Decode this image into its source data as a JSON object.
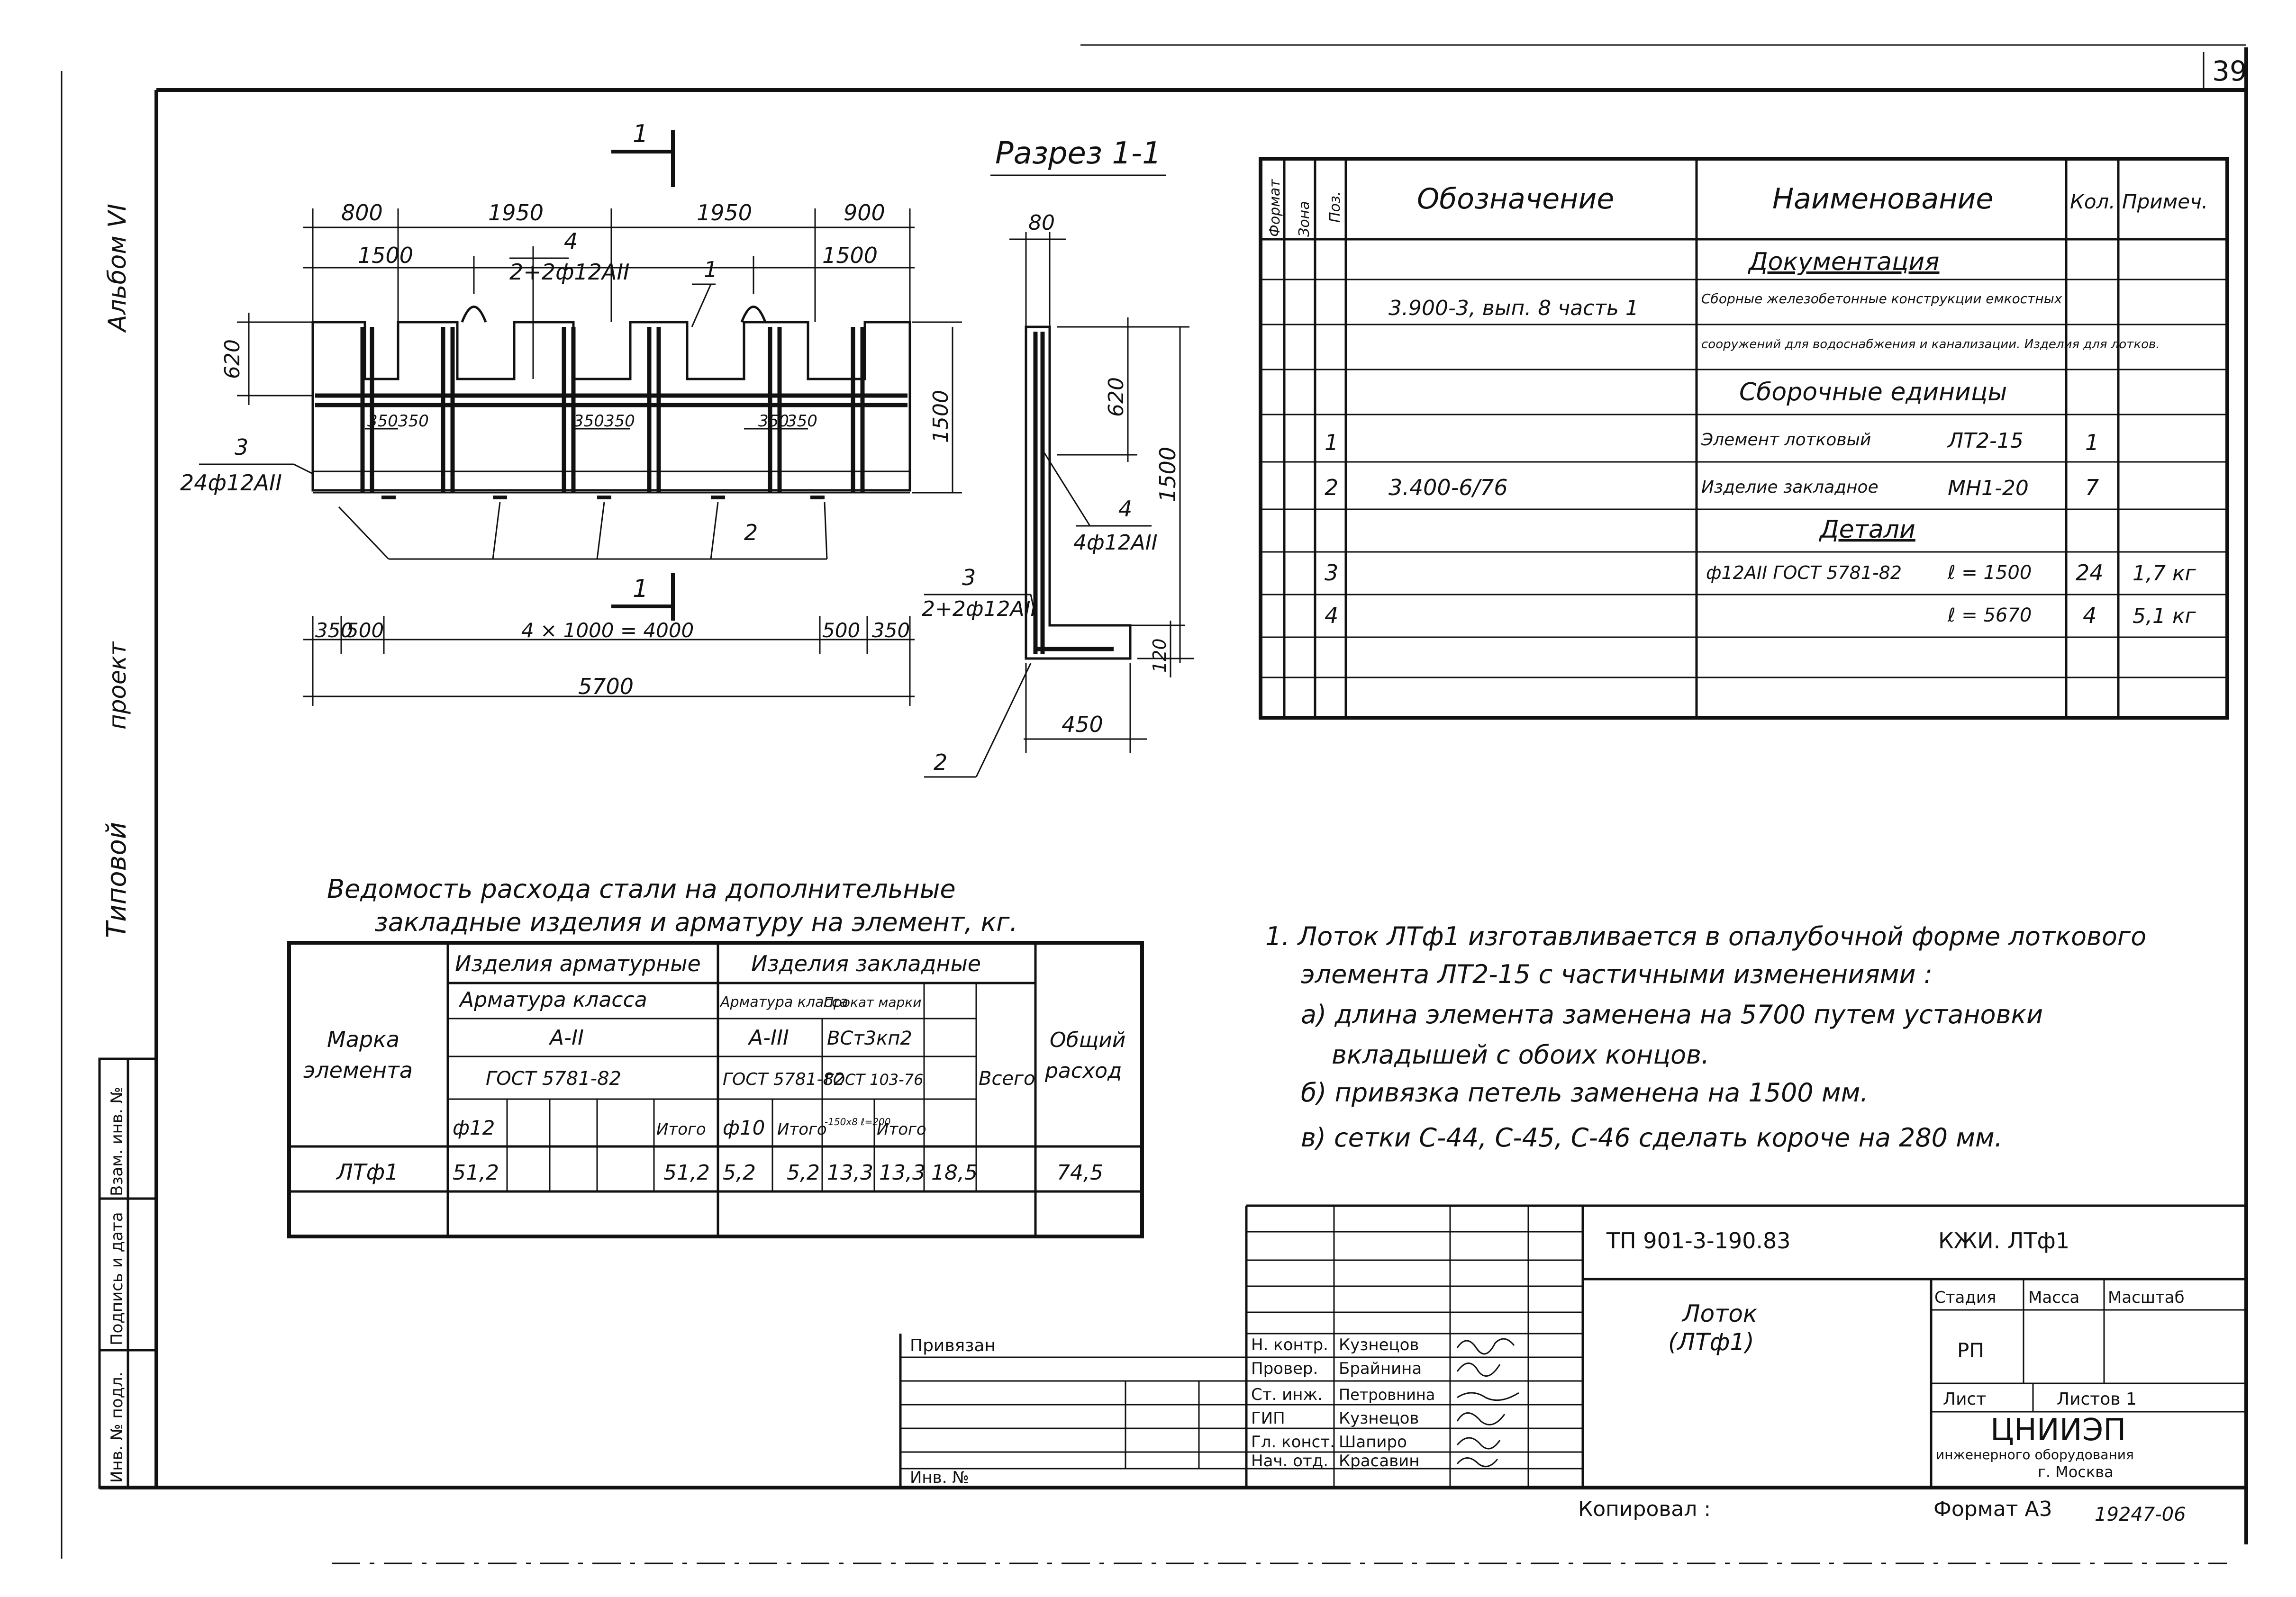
{
  "sheet_number": "39",
  "margin": {
    "album": "Альбом VI",
    "project": "проект",
    "typical": "Типовой",
    "stamp_cells": [
      "Инв. № подл.",
      "Подпись и дата",
      "Взам. инв. №"
    ]
  },
  "drawing": {
    "section_mark": "1",
    "section_title": "Разрез 1-1",
    "top_dims": [
      "800",
      "1950",
      "1950",
      "900"
    ],
    "dims_1500": [
      "1500",
      "1500"
    ],
    "label_4": "4",
    "rebar_top": "2+2ф12АII",
    "label_1": "1",
    "dim_620": "620",
    "dims_350": [
      "350",
      "350",
      "350",
      "350",
      "350",
      "350"
    ],
    "label_3": "3",
    "rebar_left": "24ф12АII",
    "dim_1500_right": "1500",
    "label_2": "2",
    "bottom_dims": [
      "350",
      "500",
      "4 × 1000 = 4000",
      "500",
      "350"
    ],
    "total_dim": "5700",
    "section": {
      "dim_80": "80",
      "dim_620": "620",
      "dim_1500": "1500",
      "label_4": "4",
      "rebar_4": "4ф12АII",
      "label_3": "3",
      "rebar_3": "2+2ф12АII",
      "dim_120": "120",
      "dim_450": "450",
      "label_2": "2"
    }
  },
  "spec": {
    "headers": [
      "Формат",
      "Зона",
      "Поз.",
      "Обозначение",
      "Наименование",
      "Кол.",
      "Примеч."
    ],
    "section_doc": "Документация",
    "doc_designation": "3.900-3, вып. 8 часть 1",
    "doc_name_1": "Сборные железобетонные конструкции емкостных",
    "doc_name_2": "сооружений для водоснабжения и канализации. Изделия для лотков.",
    "section_assembly": "Сборочные единицы",
    "row1": {
      "pos": "1",
      "name": "Элемент лотковый",
      "mark": "ЛТ2-15",
      "qty": "1"
    },
    "row2": {
      "pos": "2",
      "designation": "3.400-6/76",
      "name": "Изделие закладное",
      "mark": "МН1-20",
      "qty": "7"
    },
    "section_details": "Детали",
    "row3": {
      "pos": "3",
      "name": "ф12АII ГОСТ 5781-82",
      "length": "ℓ = 1500",
      "qty": "24",
      "note": "1,7 кг"
    },
    "row4": {
      "pos": "4",
      "length": "ℓ = 5670",
      "qty": "4",
      "note": "5,1 кг"
    }
  },
  "steel": {
    "title_1": "Ведомость расхода стали на дополнительные",
    "title_2": "закладные изделия и арматуру на элемент, кг.",
    "h_mark": "Марка элемента",
    "h_reinf": "Изделия арматурные",
    "h_embed": "Изделия закладные",
    "h_total": "Общий расход",
    "h_class_a": "Арматура класса",
    "h_class_b": "Арматура класса",
    "h_rolled": "Прокат марки",
    "h_a2": "А-II",
    "h_a3": "А-III",
    "h_vst": "ВСт3кп2",
    "h_gost_a": "ГОСТ 5781-82",
    "h_gost_b": "ГОСТ 5781-82",
    "h_gost_c": "ГОСТ 103-76",
    "h_all": "Всего",
    "h_f12": "ф12",
    "h_itogo1": "Итого",
    "h_f10": "ф10",
    "h_itogo2": "Итого",
    "h_plate": "-150х8 ℓ=200",
    "h_itogo3": "Итого",
    "row": {
      "mark": "ЛТф1",
      "f12": "51,2",
      "itogo1": "51,2",
      "f10": "5,2",
      "itogo2": "5,2",
      "plate": "13,3",
      "itogo3": "13,3",
      "all": "18,5",
      "total": "74,5"
    }
  },
  "notes": [
    "1. Лоток ЛТф1 изготавливается в опалубочной форме лоткового",
    "элемента ЛТ2-15 с частичными изменениями :",
    "а) длина элемента заменена на 5700 путем установки",
    "вкладышей с обоих концов.",
    "б) привязка петель заменена на 1500 мм.",
    "в) сетки С-44, С-45, С-46 сделать короче на 280 мм."
  ],
  "title_block": {
    "code": "ТП 901-3-190.83",
    "mark": "КЖИ. ЛТф1",
    "name_1": "Лоток",
    "name_2": "(ЛТф1)",
    "stage_h": "Стадия",
    "mass_h": "Масса",
    "scale_h": "Масштаб",
    "stage": "РП",
    "sheet": "Лист",
    "sheets": "Листов 1",
    "org_1": "ЦНИИЭП",
    "org_2": "инженерного оборудования",
    "org_3": "г. Москва",
    "tied": "Привязан",
    "inv": "Инв. №",
    "roles": [
      "Н. контр.",
      "Провер.",
      "Ст. инж.",
      "ГИП",
      "Гл. конст.",
      "Нач. отд."
    ],
    "people": [
      "Кузнецов",
      "Брайнина",
      "Петровнина",
      "Кузнецов",
      "Шапиро",
      "Красавин"
    ],
    "copied": "Копировал :",
    "format": "Формат А3",
    "stamp_no": "19247-06"
  }
}
